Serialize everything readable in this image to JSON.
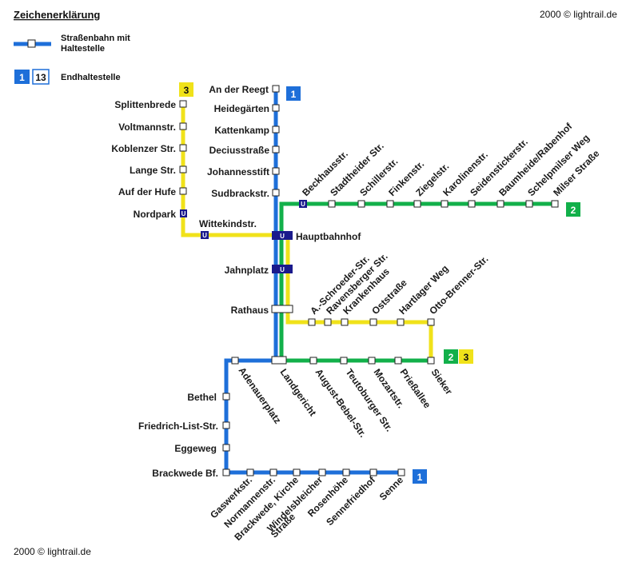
{
  "legend": {
    "title": "Zeichenerklärung",
    "tram_line1": "Straßenbahn mit",
    "tram_line2": "Haltestelle",
    "terminus": "Endhaltestelle",
    "sample_line_a": "1",
    "sample_line_b": "13"
  },
  "copyright_top": "2000 © lightrail.de",
  "copyright_bottom": "2000 © lightrail.de",
  "colors": {
    "line1": "#1e6fd9",
    "line2": "#12b04a",
    "line3": "#f0e21a",
    "underground": "#1a1a8c"
  },
  "badges": {
    "line1_top": "1",
    "line1_bottom": "1",
    "line2_right": "2",
    "line2_junction": "2",
    "line3_junction": "3",
    "line3_top": "3"
  },
  "stations": {
    "an_der_reegt": "An der Reegt",
    "heidegaerten": "Heidegärten",
    "kattenkamp": "Kattenkamp",
    "deciusstrasse": "Deciusstraße",
    "johannesstift": "Johannesstift",
    "sudbrackstr": "Sudbrackstr.",
    "hauptbahnhof": "Hauptbahnhof",
    "jahnplatz": "Jahnplatz",
    "rathaus": "Rathaus",
    "splittenbrede": "Splittenbrede",
    "voltmannstr": "Voltmannstr.",
    "koblenzer_str": "Koblenzer Str.",
    "lange_str": "Lange Str.",
    "auf_der_hufe": "Auf der Hufe",
    "nordpark": "Nordpark",
    "wittekindstr": "Wittekindstr.",
    "beckhausstr": "Beckhausstr.",
    "stadtheider_str": "Stadtheider Str.",
    "schillerstr": "Schillerstr.",
    "finkenstr": "Finkenstr.",
    "ziegelstr": "Ziegelstr.",
    "karolinenstr": "Karolinenstr.",
    "seidensticker": "Seidenstickerstr.",
    "baumheide": "Baumheide/Rabenhof",
    "schelpmilser": "Schelpmilser Weg",
    "milser": "Milser Straße",
    "a_schroeder": "A.-Schroeder-Str.",
    "ravensberger": "Ravensberger Str.",
    "krankenhaus": "Krankenhaus",
    "oststrasse": "Oststraße",
    "hartlager": "Hartlager Weg",
    "otto_brenner": "Otto-Brenner-Str.",
    "adenauerplatz": "Adenauerplatz",
    "landgericht": "Landgericht",
    "august_bebel": "August-Bebel-Str.",
    "teutoburger": "Teutoburger Str.",
    "mozartstr": "Mozartstr.",
    "priessallee": "Prießallee",
    "sieker": "Sieker",
    "bethel": "Bethel",
    "friedrich_list": "Friedrich-List-Str.",
    "eggeweg": "Eggeweg",
    "brackwede_bf": "Brackwede Bf.",
    "gaswerkstr": "Gaswerkstr.",
    "normannenstr": "Normannenstr.",
    "brackwede_kirche": "Brackwede, Kirche",
    "windelsbleicher_1": "Windelsbleicher",
    "windelsbleicher_2": "Straße",
    "rosenhoehe": "Rosenhöhe",
    "sennefriedhof": "Sennefriedhof",
    "senne": "Senne"
  },
  "underground_marker": "U"
}
